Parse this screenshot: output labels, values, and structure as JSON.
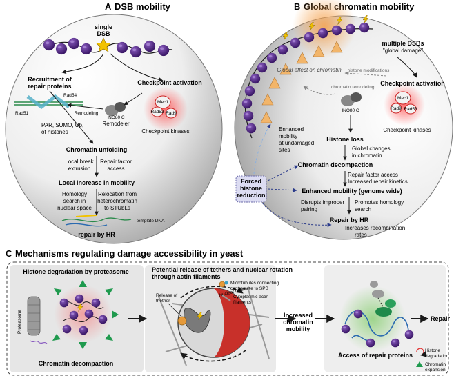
{
  "panel_a": {
    "letter": "A",
    "title": "DSB mobility",
    "single_dsb": [
      "single",
      "DSB"
    ],
    "recruitment": [
      "Recruitment of",
      "repair proteins"
    ],
    "rad51": "Rad51",
    "rad54": "Rad54",
    "checkpoint_activation": "Checkpoint activation",
    "mec1": "Mec1",
    "rad53": "Rad53",
    "rad9": "Rad9",
    "ino80": "INO80 C",
    "remodeler": "Remodeler",
    "remodeling": "Remodeling",
    "checkpoint_kinases": "Checkpoint kinases",
    "par_sumo": [
      "PAR, SUMO, Ub,",
      "of histones"
    ],
    "chromatin_unfolding": "Chromatin unfolding",
    "local_break": [
      "Local break",
      "extrusion"
    ],
    "repair_factor": [
      "Repair factor",
      "access"
    ],
    "local_increase": "Local increase in mobility",
    "homology": [
      "Homology",
      "search in",
      "nuclear space"
    ],
    "relocation": [
      "Relocation from",
      "heterochromatin",
      "to STUbLs"
    ],
    "template_dna": "template DNA",
    "repair_by_hr": "repair by HR"
  },
  "panel_b": {
    "letter": "B",
    "title": "Global chromatin mobility",
    "multiple_dsbs": "multiple DSBs",
    "global_damage": "\"global damage\"",
    "histone_modifications": "histone modifications",
    "global_effect": "Global effect on chromatin",
    "chromatin_remodeling": "chromatin remodeling",
    "checkpoint_activation": "Checkpoint activation",
    "mec1": "Mec1",
    "rad53": "Rad53",
    "rad9": "Rad9",
    "ino80": "INO80 C",
    "checkpoint_kinases": "Checkpoint kinases",
    "enhanced_mobility_sites": [
      "Enhanced",
      "mobility",
      "at undamaged",
      "sites"
    ],
    "histone_loss": "Histone loss",
    "global_changes": [
      "Global changes",
      "in chromatin"
    ],
    "chromatin_decompaction": "Chromatin decompaction",
    "repair_access": [
      "Repair factor access",
      "Increased repair kinetics"
    ],
    "forced": [
      "Forced",
      "histone",
      "reduction"
    ],
    "enhanced_mobility_genome": "Enhanced mobility (genome wide)",
    "disrupts": [
      "Disrupts improper",
      "pairing"
    ],
    "promotes": [
      "Promotes homology",
      "search"
    ],
    "repair_by_hr": "Repair by HR",
    "increases": [
      "Increases recombination",
      "rates"
    ]
  },
  "panel_c": {
    "letter": "C",
    "title": "Mechanisms regulating damage accessibility in yeast",
    "histone_degradation_proteasome": "Histone degradation by proteasome",
    "proteasome": "Proteasome",
    "chromatin_decompaction": "Chromatin decompaction",
    "potential_release": [
      "Potential release of tethers and nuclear rotation",
      "through actin filaments"
    ],
    "microtubules": [
      "Microtubules connecting",
      "centromere to SPB"
    ],
    "cytoplasmic_actin": [
      "Cytoplasmic actin",
      "filaments"
    ],
    "release_tether": [
      "Release of",
      "thether"
    ],
    "nuclear_rotation": "Nuclear rotation",
    "increased_mobility": [
      "Increased",
      "chromatin",
      "mobility"
    ],
    "access_repair": "Access of repair proteins",
    "repair": "Repair",
    "legend_histone": [
      "Histone",
      "degradation"
    ],
    "legend_chromatin": [
      "Chromatin",
      "expansion"
    ]
  },
  "colors": {
    "histone": "#5a2a8a",
    "histone_dark": "#3a1766",
    "yellow": "#f2c200",
    "green_arrow": "#1f9a4e",
    "kinase_red": "#e23a3a",
    "forced_box": "#dcdcf2",
    "dashed_blue": "#2a3a8a",
    "nuc_gray": "#d8d8d8"
  }
}
